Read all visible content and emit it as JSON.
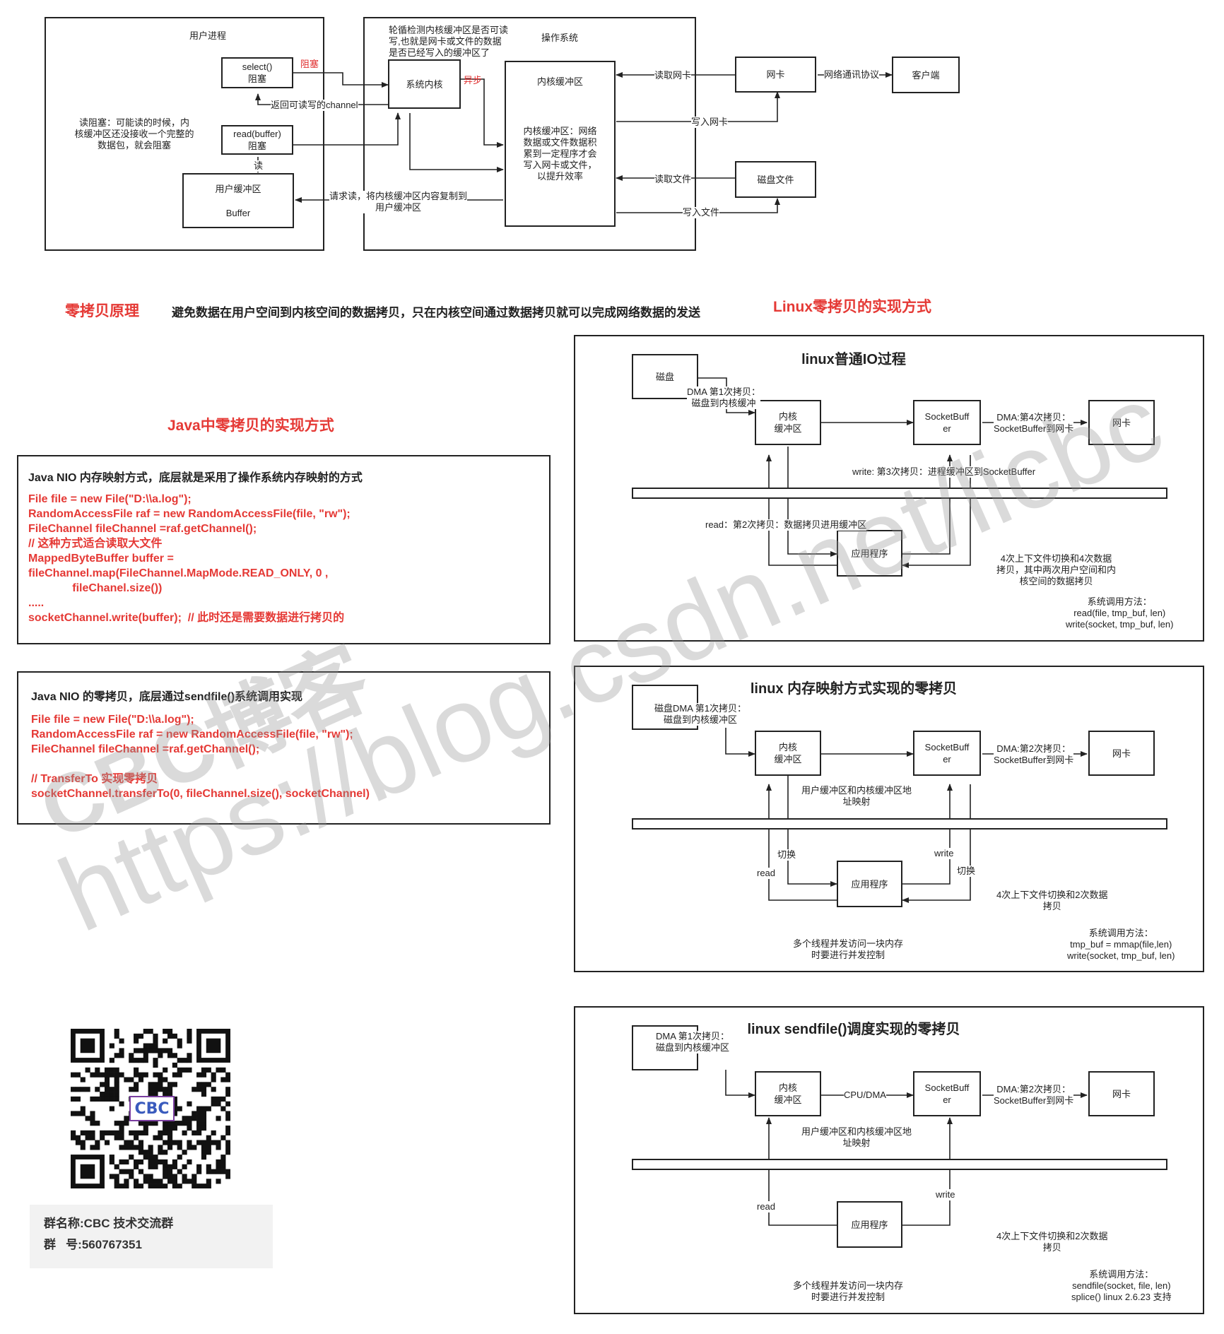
{
  "top": {
    "user_process": "用户进程",
    "os": "操作系统",
    "select_box": "select()\n阻塞",
    "read_box": "read(buffer)\n阻塞",
    "user_buffer_box": "用户缓冲区\n\nBuffer",
    "read_blocking_note": "读阻塞：可能读的时候，内\n核缓冲区还没接收一个完整的\n数据包，就会阻塞",
    "kernel_box": "系统内核",
    "poll_note": "轮循检测内核缓冲区是否可读\n写,也就是网卡或文件的数据\n是否已经写入的缓冲区了",
    "kbuf_title": "内核缓冲区",
    "kbuf_note": "内核缓冲区：网络\n数据或文件数据积\n累到一定程序才会\n写入网卡或文件，\n以提升效率",
    "nic_box": "网卡",
    "client_box": "客户端",
    "disk_box": "磁盘文件",
    "lbl_block": "阻塞",
    "lbl_async": "异步",
    "lbl_return_channel": "返回可读写的channel",
    "lbl_read": "读",
    "lbl_request_read": "请求读，将内核缓冲区内容复制到\n用户缓冲区",
    "lbl_read_nic": "读取网卡",
    "lbl_write_nic": "写入网卡",
    "lbl_read_file": "读取文件",
    "lbl_write_file": "写入文件",
    "lbl_protocol": "网络通讯协议"
  },
  "zero_copy": {
    "title": "零拷贝原理",
    "desc": "避免数据在用户空间到内核空间的数据拷贝，只在内核空间通过数据拷贝就可以完成网络数据的发送"
  },
  "linux_title": "Linux零拷贝的实现方式",
  "java_title": "Java中零拷贝的实现方式",
  "code1": {
    "head": "Java NIO 内存映射方式，底层就是采用了操作系统内存映射的方式",
    "lines": "File file = new File(\"D:\\\\a.log\");\nRandomAccessFile raf = new RandomAccessFile(file, \"rw\");\nFileChannel fileChannel =raf.getChannel();\n// 这种方式适合读取大文件\nMappedByteBuffer buffer =\nfileChannel.map(FileChannel.MapMode.READ_ONLY, 0 ,\n              fileChanel.size())\n.....\nsocketChannel.write(buffer);  // 此时还是需要数据进行拷贝的"
  },
  "code2": {
    "head": "Java NIO 的零拷贝，底层通过sendfile()系统调用实现",
    "lines": "File file = new File(\"D:\\\\a.log\");\nRandomAccessFile raf = new RandomAccessFile(file, \"rw\");\nFileChannel fileChannel =raf.getChannel();\n\n// TransferTo 实现零拷贝\nsocketChannel.transferTo(0, fileChannel.size(), socketChannel)"
  },
  "panel1": {
    "title": "linux普通IO过程",
    "disk": "磁盘",
    "kbuf": "内核\n缓冲区",
    "sockbuf": "SocketBuff\ner",
    "nic": "网卡",
    "app": "应用程序",
    "dma1": "DMA 第1次拷贝：\n磁盘到内核缓冲",
    "dma4": "DMA:第4次拷贝：\nSocketBuffer到网卡",
    "write3": "write: 第3次拷贝：进程缓冲区到SocketBuffer",
    "read2": "read：第2次拷贝：数据拷贝进用缓冲区",
    "note": "4次上下文件切换和4次数据\n拷贝，其中两次用户空间和内\n核空间的数据拷贝",
    "calls": "系统调用方法：\nread(file, tmp_buf, len)\nwrite(socket, tmp_buf, len)"
  },
  "panel2": {
    "title": "linux 内存映射方式实现的零拷贝",
    "dma1": "磁盘DMA 第1次拷贝：\n磁盘到内核缓冲区",
    "kbuf": "内核\n缓冲区",
    "sockbuf": "SocketBuff\ner",
    "nic": "网卡",
    "app": "应用程序",
    "dma2": "DMA:第2次拷贝：\nSocketBuffer到网卡",
    "mapping": "用户缓冲区和内核缓冲区地\n址映射",
    "switch1": "切换",
    "read": "read",
    "write": "write",
    "switch2": "切换",
    "note": "4次上下文件切换和2次数据\n拷贝",
    "concurrency": "多个线程并发访问一块内存\n时要进行并发控制",
    "calls": "系统调用方法：\ntmp_buf = mmap(file,len)\nwrite(socket, tmp_buf, len)"
  },
  "panel3": {
    "title": "linux sendfile()调度实现的零拷贝",
    "dma1": "DMA 第1次拷贝：\n磁盘到内核缓冲区",
    "kbuf": "内核\n缓冲区",
    "cpudma": "CPU/DMA",
    "sockbuf": "SocketBuff\ner",
    "nic": "网卡",
    "app": "应用程序",
    "dma2": "DMA:第2次拷贝：\nSocketBuffer到网卡",
    "mapping": "用户缓冲区和内核缓冲区地\n址映射",
    "read": "read",
    "write": "write",
    "note": "4次上下文件切换和2次数据\n拷贝",
    "concurrency": "多个线程并发访问一块内存\n时要进行并发控制",
    "calls": "系统调用方法：\nsendfile(socket, file, len)\nsplice() linux 2.6.23 支持"
  },
  "qr": {
    "logo": "CBC"
  },
  "group": {
    "info": "群名称:CBC 技术交流群\n群   号:560767351"
  },
  "watermark": {
    "a": "CBC博客",
    "b": "https://blog.csdn.net/licbc"
  },
  "colors": {
    "accent": "#e53935",
    "line": "#222222"
  }
}
